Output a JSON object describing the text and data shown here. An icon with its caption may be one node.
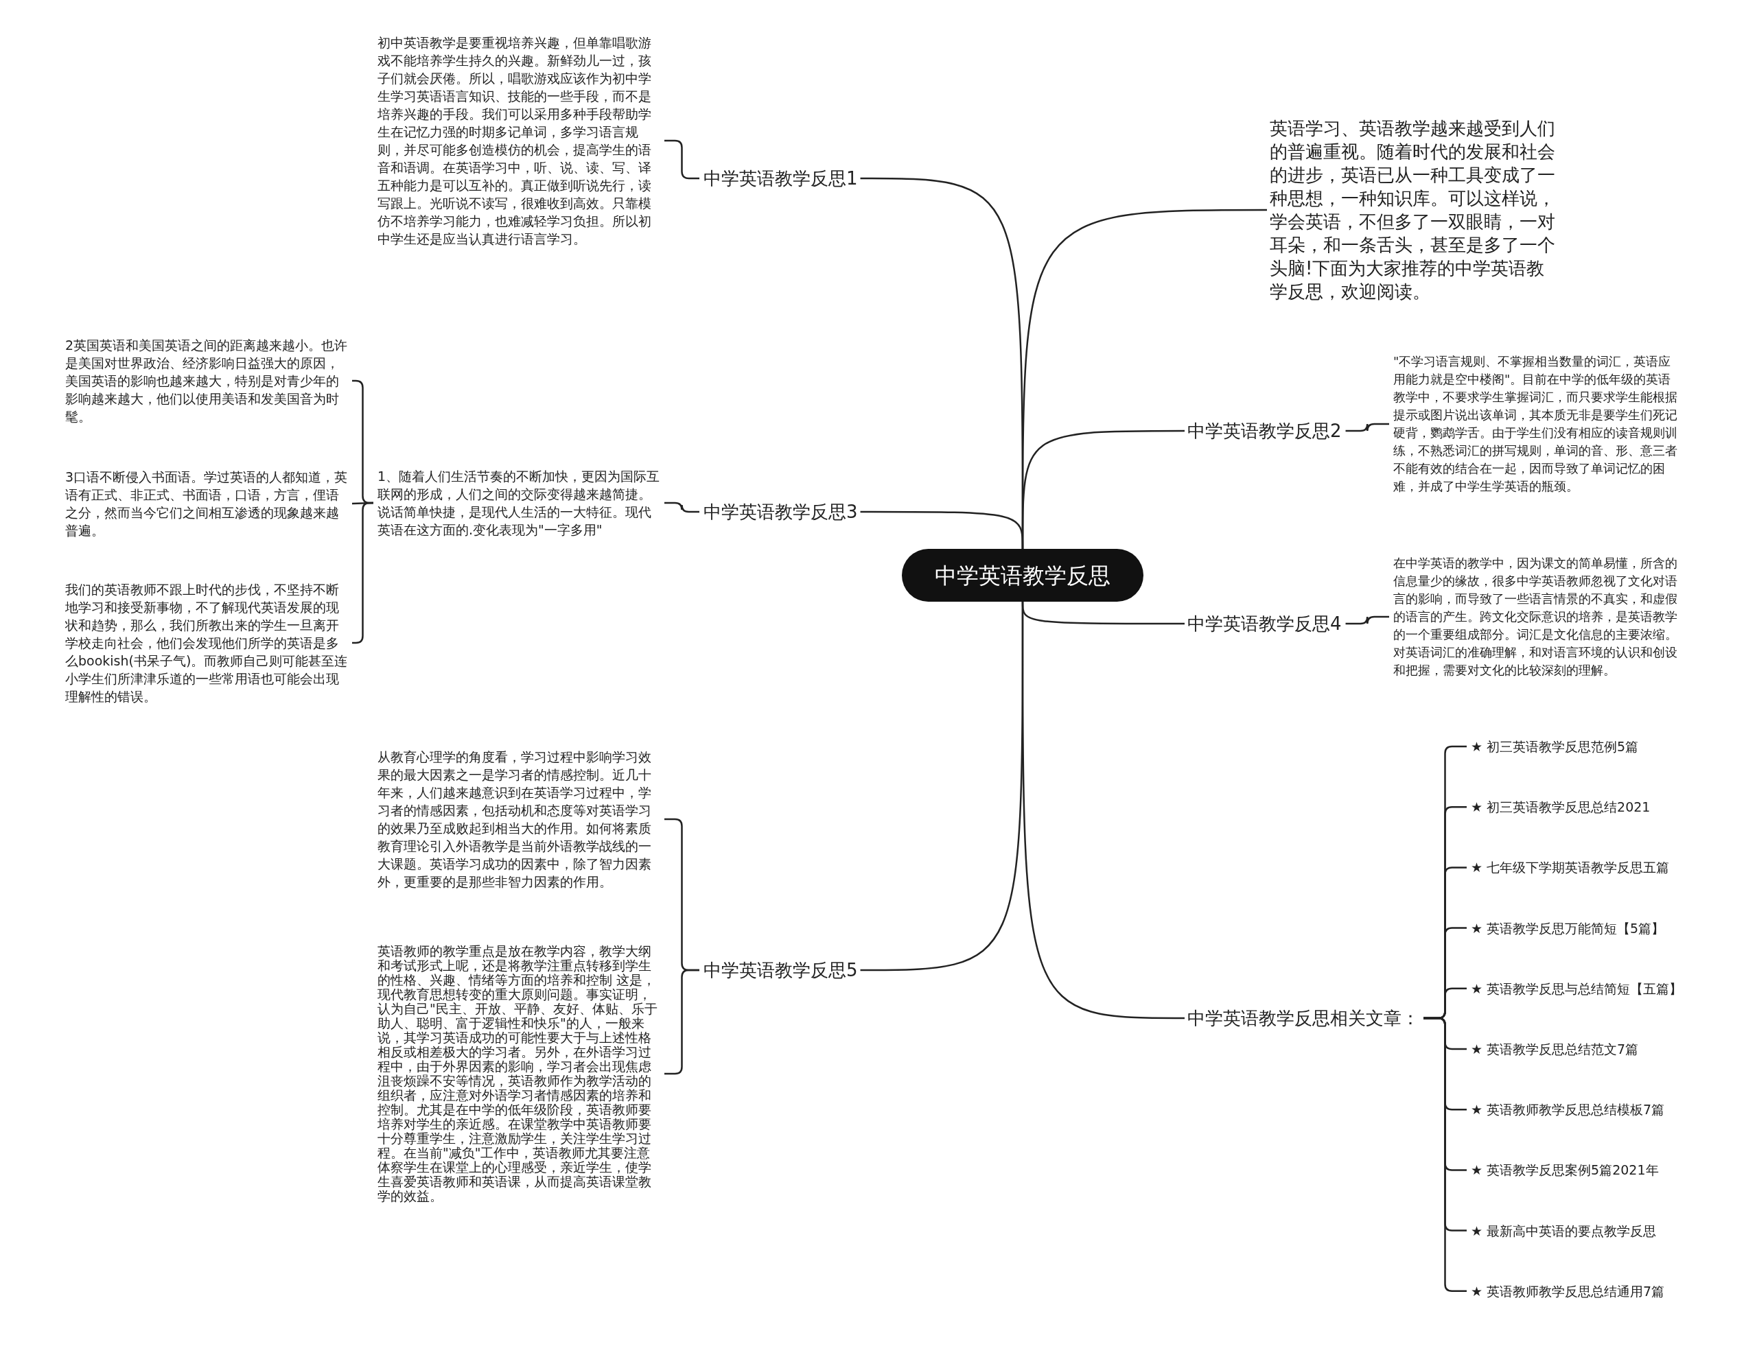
{
  "diagram": {
    "nodes": [
      {
        "text": [
          "中学英语教学反思"
        ]
      },
      {
        "text": [
          "英语学习、英语教学越来越受到人们的普遍重视。随着时代的发展和社会的进步，英语已从一种工具变成了一种思想，一种知识库。可以这样说，学会英语，不但多了一双眼睛，一对耳朵，和一条舌头，甚至是多了一个头脑!下面为大家推荐的中学英语教学反思，欢迎阅读。"
        ]
      },
      {
        "text": [
          "中学英语教学反思1"
        ]
      },
      {
        "text": [
          "初中英语教学是要重视培养兴趣，但单靠唱歌游戏不能培养学生持久的兴趣。新鲜劲儿一过，孩子们就会厌倦。所以，唱歌游戏应该作为初中学生学习英语语言知识、技能的一些手段，而不是培养兴趣的手段。我们可以采用多种手段帮助学生在记忆力强的时期多记单词，多学习语言规则，并尽可能多创造模仿的机会，提高学生的语音和语调。在英语学习中，听、说、读、写、译五种能力是可以互补的。真正做到听说先行，读写跟上。光听说不读写，很难收到高效。只靠模仿不培养学习能力，也难减轻学习负担。所以初中学生还是应当认真进行语言学习。"
        ]
      },
      {
        "text": [
          "中学英语教学反思2"
        ]
      },
      {
        "text": [
          "\"不学习语言规则、不掌握相当数量的词汇，英语应用能力就是空中楼阁\"。目前在中学的低年级的英语教学中，不要求学生掌握词汇，而只要求学生能根据提示或图片说出该单词，其本质无非是要学生们死记硬背，鹦鹉学舌。由于学生们没有相应的读音规则训练，不熟悉词汇的拼写规则，单词的音、形、意三者不能有效的结合在一起，因而导致了单词记忆的困难，并成了中学生学英语的瓶颈。"
        ]
      },
      {
        "text": [
          "中学英语教学反思3"
        ]
      },
      {
        "text": [
          "1、随着人们生活节奏的不断加快，更因为国际互联网的形成，人们之间的交际变得越来越简捷。说话简单快捷，是现代人生活的一大特征。现代英语在这方面的.变化表现为\"一字多用\""
        ]
      },
      {
        "text": [
          "2英国英语和美国英语之间的距离越来越小。也许是美国对世界政治、经济影响日益强大的原因，美国英语的影响也越来越大，特别是对青少年的影响越来越大，他们以使用美语和发美国音为时髦。"
        ]
      },
      {
        "text": [
          "3口语不断侵入书面语。学过英语的人都知道，英语有正式、非正式、书面语，口语，方言，俚语之分，然而当今它们之间相互渗透的现象越来越普遍。"
        ]
      },
      {
        "text": [
          "我们的英语教师不跟上时代的步伐，不坚持不断地学习和接受新事物，不了解现代英语发展的现状和趋势，那么，我们所教出来的学生一旦离开学校走向社会，他们会发现他们所学的英语是多么bookish(书呆子气)。而教师自己则可能甚至连小学生们所津津乐道的一些常用语也可能会出现理解性的错误。"
        ]
      },
      {
        "text": [
          "中学英语教学反思4"
        ]
      },
      {
        "text": [
          "在中学英语的教学中，因为课文的简单易懂，所含的信息量少的缘故，很多中学英语教师忽视了文化对语言的影响，而导致了一些语言情景的不真实，和虚假的语言的产生。跨文化交际意识的培养，是英语教学的一个重要组成部分。词汇是文化信息的主要浓缩。对英语词汇的准确理解，和对语言环境的认识和创设和把握，需要对文化的比较深刻的理解。"
        ]
      },
      {
        "text": [
          "中学英语教学反思5"
        ]
      },
      {
        "text": [
          "从教育心理学的角度看，学习过程中影响学习效果的最大因素之一是学习者的情感控制。近几十年来，人们越来越意识到在英语学习过程中，学习者的情感因素，包括动机和态度等对英语学习的效果乃至成败起到相当大的作用。如何将素质教育理论引入外语教学是当前外语教学战线的一大课题。英语学习成功的因素中，除了智力因素外，更重要的是那些非智力因素的作用。"
        ]
      },
      {
        "text": [
          "英语教师的教学重点是放在教学内容，教学大纲和考试形式上呢，还是将教学注重点转移到学生的性格、兴趣、情绪等方面的培养和控制 这是，现代教育思想转变的重大原则问题。事实证明，认为自己\"民主、开放、平静、友好、体贴、乐于助人、聪明、富于逻辑性和快乐\"的人，一般来说，其学习英语成功的可能性要大于与上述性格相反或相差极大的学习者。另外，在外语学习过程中，由于外界因素的影响，学习者会出现焦虑沮丧烦躁不安等情况，英语教师作为教学活动的组织者，应注意对外语学习者情感因素的培养和控制。尤其是在中学的低年级阶段，英语教师要培养对学生的亲近感。在课堂教学中英语教师要十分尊重学生，注意激励学生，关注学生学习过程。在当前\"减负\"工作中，英语教师尤其要注意体察学生在课堂上的心理感受，亲近学生，使学生喜爱英语教师和英语课，从而提高英语课堂教学的效益。"
        ]
      },
      {
        "text": [
          "中学英语教学反思相关文章："
        ]
      },
      {
        "text": [
          "★ 初三英语教学反思范例5篇"
        ]
      },
      {
        "text": [
          "★ 初三英语教学反思总结2021"
        ]
      },
      {
        "text": [
          "★ 七年级下学期英语教学反思五篇"
        ]
      },
      {
        "text": [
          "★ 英语教学反思万能简短【5篇】"
        ]
      },
      {
        "text": [
          "★ 英语教学反思与总结简短【五篇】"
        ]
      },
      {
        "text": [
          "★ 英语教学反思总结范文7篇"
        ]
      },
      {
        "text": [
          "★ 英语教师教学反思总结模板7篇"
        ]
      },
      {
        "text": [
          "★ 英语教学反思案例5篇2021年"
        ]
      },
      {
        "text": [
          "★ 最新高中英语的要点教学反思"
        ]
      },
      {
        "text": [
          "★ 英语教师教学反思总结通用7篇"
        ]
      }
    ],
    "edges": [
      {
        "from": 0,
        "to": 1,
        "arrow": "none"
      },
      {
        "from": 0,
        "to": 2,
        "arrow": "none"
      },
      {
        "from": 2,
        "to": 3,
        "arrow": "none"
      },
      {
        "from": 0,
        "to": 4,
        "arrow": "none"
      },
      {
        "from": 4,
        "to": 5,
        "arrow": "none"
      },
      {
        "from": 0,
        "to": 6,
        "arrow": "none"
      },
      {
        "from": 6,
        "to": 7,
        "arrow": "none"
      },
      {
        "from": 7,
        "to": 8,
        "arrow": "none"
      },
      {
        "from": 7,
        "to": 9,
        "arrow": "none"
      },
      {
        "from": 7,
        "to": 10,
        "arrow": "none"
      },
      {
        "from": 0,
        "to": 11,
        "arrow": "none"
      },
      {
        "from": 11,
        "to": 12,
        "arrow": "none"
      },
      {
        "from": 0,
        "to": 13,
        "arrow": "none"
      },
      {
        "from": 13,
        "to": 14,
        "arrow": "none"
      },
      {
        "from": 13,
        "to": 15,
        "arrow": "none"
      },
      {
        "from": 0,
        "to": 16,
        "arrow": "none"
      },
      {
        "from": 16,
        "to": 17,
        "arrow": "none"
      },
      {
        "from": 16,
        "to": 18,
        "arrow": "none"
      },
      {
        "from": 16,
        "to": 19,
        "arrow": "none"
      },
      {
        "from": 16,
        "to": 20,
        "arrow": "none"
      },
      {
        "from": 16,
        "to": 21,
        "arrow": "none"
      },
      {
        "from": 16,
        "to": 22,
        "arrow": "none"
      },
      {
        "from": 16,
        "to": 23,
        "arrow": "none"
      },
      {
        "from": 16,
        "to": 24,
        "arrow": "none"
      },
      {
        "from": 16,
        "to": 25,
        "arrow": "none"
      },
      {
        "from": 16,
        "to": 26,
        "arrow": "none"
      }
    ]
  }
}
